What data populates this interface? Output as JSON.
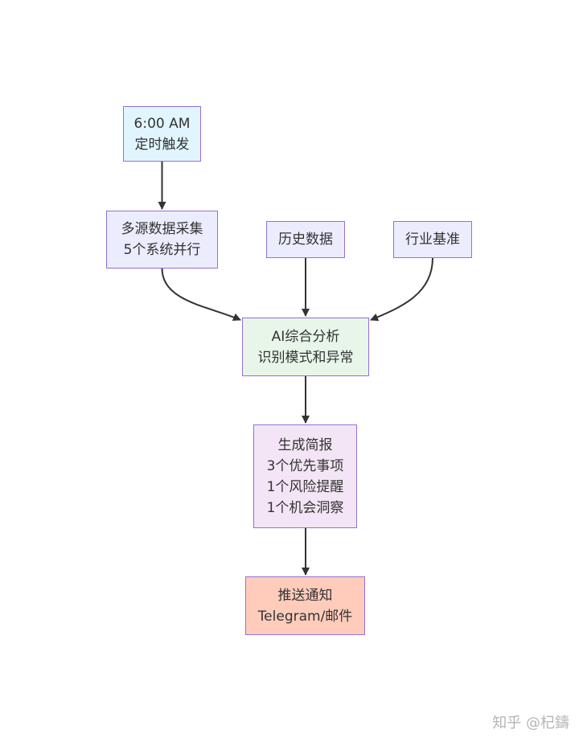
{
  "colors": {
    "border": "#9370DB",
    "edge": "#333333",
    "text": "#333333",
    "trigger_fill": "#E1F5FE",
    "default_fill": "#ECECFF",
    "analysis_fill": "#E8F5E9",
    "report_fill": "#F3E5F5",
    "push_fill": "#FFCCBC"
  },
  "nodes": {
    "trigger": {
      "lines": [
        "6:00 AM",
        "定时触发"
      ]
    },
    "collect": {
      "lines": [
        "多源数据采集",
        "5个系统并行"
      ]
    },
    "history": {
      "lines": [
        "历史数据"
      ]
    },
    "benchmark": {
      "lines": [
        "行业基准"
      ]
    },
    "analysis": {
      "lines": [
        "AI综合分析",
        "识别模式和异常"
      ]
    },
    "report": {
      "lines": [
        "生成简报",
        "3个优先事项",
        "1个风险提醒",
        "1个机会洞察"
      ]
    },
    "push": {
      "lines": [
        "推送通知",
        "Telegram/邮件"
      ]
    }
  },
  "edges": [
    {
      "from": "trigger",
      "to": "collect"
    },
    {
      "from": "collect",
      "to": "analysis"
    },
    {
      "from": "history",
      "to": "analysis"
    },
    {
      "from": "benchmark",
      "to": "analysis"
    },
    {
      "from": "analysis",
      "to": "report"
    },
    {
      "from": "report",
      "to": "push"
    }
  ],
  "watermark": "知乎 @杞鑄"
}
